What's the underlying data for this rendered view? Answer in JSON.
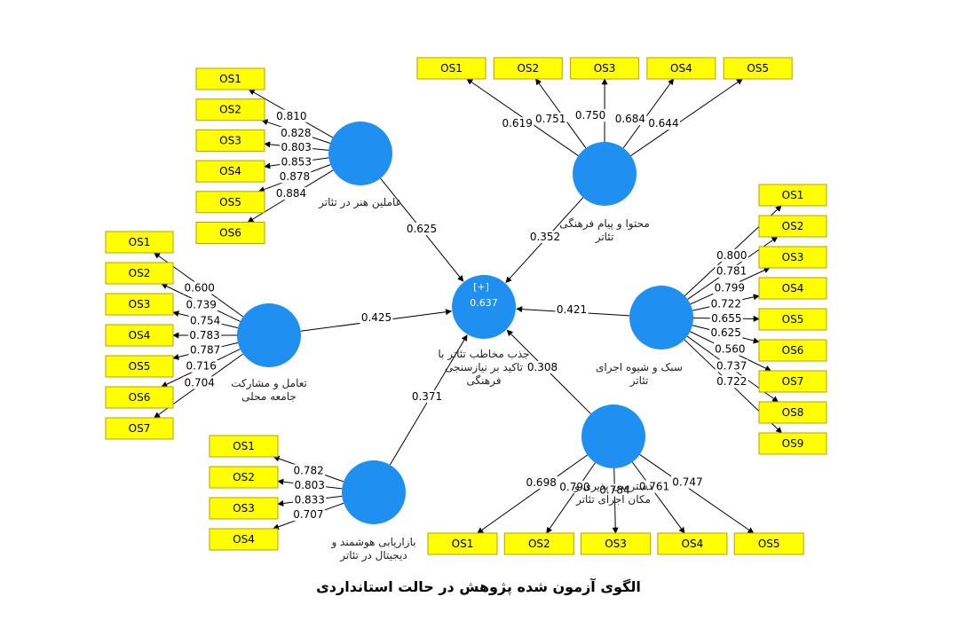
{
  "caption": "الگوی آزمون شده پژوهش در حالت استانداردی",
  "colors": {
    "construct": "#1f8ff0",
    "indicator_fill": "#ffff00",
    "indicator_border": "#b8a000",
    "line": "#000000"
  },
  "central": {
    "id": "audience",
    "label_lines": [
      "جذب مخاطب تئاتر با",
      "تاکید بر نیازسنجی",
      "فرهنگی"
    ],
    "expand_label": "[+]",
    "r2": "0.637"
  },
  "constructs": [
    {
      "id": "artists",
      "label_lines": [
        "عاملین هنر در تئاتر"
      ],
      "path": "0.625",
      "indicators": [
        "OS1",
        "OS2",
        "OS3",
        "OS4",
        "OS5",
        "OS6"
      ],
      "loadings": [
        "0.810",
        "0.828",
        "0.803",
        "0.853",
        "0.878",
        "0.884"
      ]
    },
    {
      "id": "content",
      "label_lines": [
        "محتوا و پیام فرهنگی",
        "تئاتر"
      ],
      "path": "0.352",
      "indicators": [
        "OS1",
        "OS2",
        "OS3",
        "OS4",
        "OS5"
      ],
      "loadings": [
        "0.619",
        "0.751",
        "0.750",
        "0.684",
        "0.644"
      ]
    },
    {
      "id": "style",
      "label_lines": [
        "سبک و شیوه اجرای",
        "تئاتر"
      ],
      "path": "0.421",
      "indicators": [
        "OS1",
        "OS2",
        "OS3",
        "OS4",
        "OS5",
        "OS6",
        "OS7",
        "OS8",
        "OS9"
      ],
      "loadings": [
        "0.800",
        "0.781",
        "0.799",
        "0.722",
        "0.655",
        "0.625",
        "0.560",
        "0.737",
        "0.722"
      ]
    },
    {
      "id": "community",
      "label_lines": [
        "تعامل و مشارکت",
        "جامعه محلی"
      ],
      "path": "0.425",
      "indicators": [
        "OS1",
        "OS2",
        "OS3",
        "OS4",
        "OS5",
        "OS6",
        "OS7"
      ],
      "loadings": [
        "0.600",
        "0.739",
        "0.754",
        "0.783",
        "0.787",
        "0.716",
        "0.704"
      ]
    },
    {
      "id": "marketing",
      "label_lines": [
        "بازاریابی هوشمند و",
        "دیجیتال در تئاتر"
      ],
      "path": "0.371",
      "indicators": [
        "OS1",
        "OS2",
        "OS3",
        "OS4"
      ],
      "loadings": [
        "0.782",
        "0.803",
        "0.833",
        "0.707"
      ]
    },
    {
      "id": "access",
      "label_lines": [
        "دسترسی پذیری و",
        "مکان اجرای تئاتر"
      ],
      "path": "0.308",
      "indicators": [
        "OS1",
        "OS2",
        "OS3",
        "OS4",
        "OS5"
      ],
      "loadings": [
        "0.698",
        "0.790",
        "0.784",
        "0.761",
        "0.747"
      ]
    }
  ]
}
